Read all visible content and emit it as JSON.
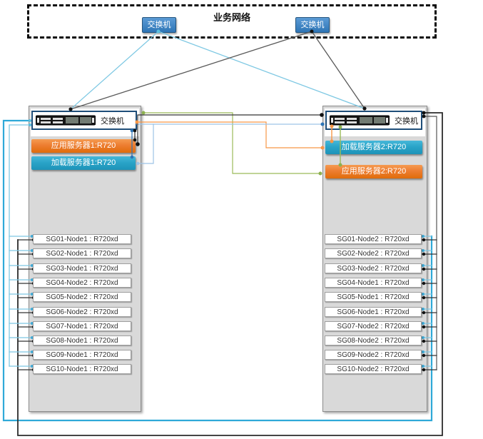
{
  "diagram": {
    "business_network": {
      "label": "业务网络",
      "switches": [
        {
          "label": "交换机"
        },
        {
          "label": "交换机"
        }
      ]
    },
    "racks": [
      {
        "id": "left",
        "switch_label": "交换机",
        "bars": [
          {
            "label": "应用服务器1:R720",
            "color": "orange"
          },
          {
            "label": "加载服务器1:R720",
            "color": "cyan"
          }
        ],
        "nodes": [
          "SG01-Node1 : R720xd",
          "SG02-Node1 : R720xd",
          "SG03-Node1 : R720xd",
          "SG04-Node2 : R720xd",
          "SG05-Node2 : R720xd",
          "SG06-Node2 : R720xd",
          "SG07-Node1 : R720xd",
          "SG08-Node1 : R720xd",
          "SG09-Node1 : R720xd",
          "SG10-Node1 : R720xd"
        ]
      },
      {
        "id": "right",
        "switch_label": "交换机",
        "bars": [
          {
            "label": "加载服务器2:R720",
            "color": "cyan"
          },
          {
            "label": "应用服务器2:R720",
            "color": "orange"
          }
        ],
        "nodes": [
          "SG01-Node2 : R720xd",
          "SG02-Node2 : R720xd",
          "SG03-Node2 : R720xd",
          "SG04-Node1 : R720xd",
          "SG05-Node1 : R720xd",
          "SG06-Node1 : R720xd",
          "SG07-Node2 : R720xd",
          "SG08-Node2 : R720xd",
          "SG09-Node2 : R720xd",
          "SG10-Node2 : R720xd"
        ]
      }
    ],
    "colors": {
      "app_server_orange": "#ED7D31",
      "load_server_cyan": "#2AA4C8",
      "switch_button_blue": "#2E75B6",
      "line_cyan": "#3FB0DC",
      "line_light_cyan": "#7EC8E3",
      "line_black": "#2B2B2B",
      "line_gray": "#595959",
      "line_green": "#9BBB59",
      "line_orange": "#F79646",
      "line_pale_blue": "#9DC3E6",
      "line_steel_blue": "#2E75B6"
    }
  }
}
